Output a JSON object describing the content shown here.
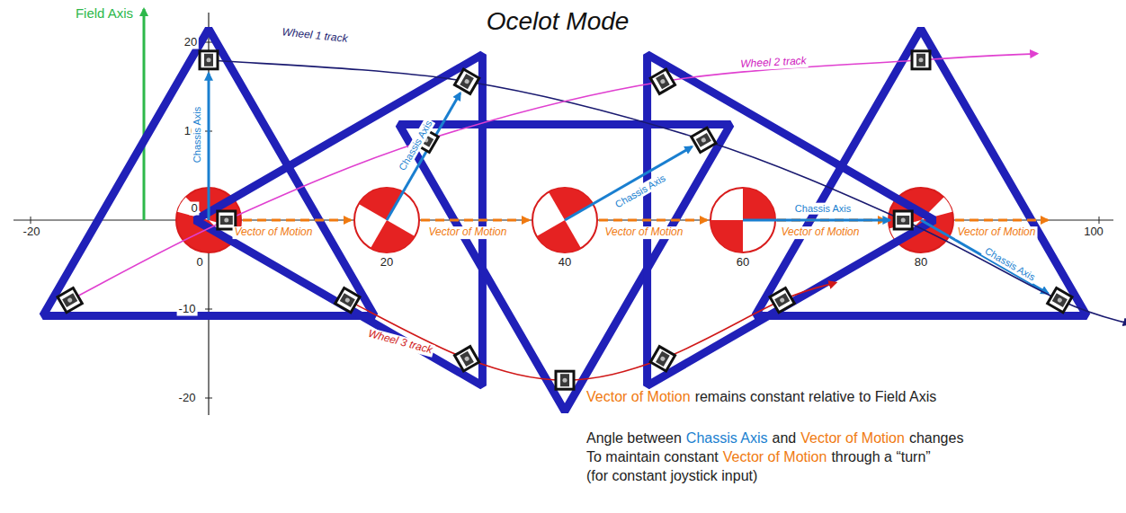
{
  "diagram": {
    "title": "Ocelot Mode",
    "labels": [
      "Field Axis",
      "20",
      "10",
      "0",
      "-10",
      "-20",
      "-20",
      "0",
      "20",
      "40",
      "60",
      "80",
      "100",
      "Wheel 1 track",
      "Wheel 2 track",
      "Wheel 3 track",
      "Chassis Axis",
      "Chassis Axis",
      "Chassis Axis",
      "Chassis Axis",
      "Chassis Axis",
      "Vector of Motion",
      "Vector of Motion",
      "Vector of Motion",
      "Vector of Motion",
      "Vector of Motion",
      "Vector of Motion",
      "remains constant relative to Field Axis",
      "Angle between",
      "Chassis Axis",
      "and",
      "Vector of Motion",
      "changes",
      "To maintain constant",
      "Vector of Motion",
      "through a “turn”",
      "(for constant joystick input)"
    ]
  }
}
